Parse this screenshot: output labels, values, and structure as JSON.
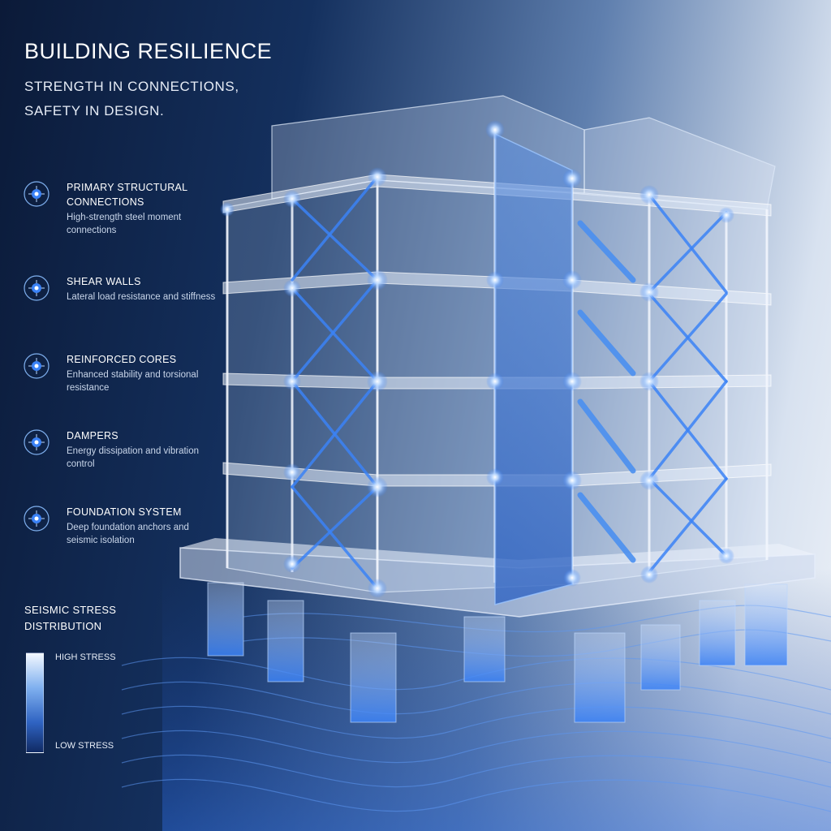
{
  "header": {
    "title": "BUILDING RESILIENCE",
    "subtitle": "STRENGTH IN CONNECTIONS, SAFETY IN DESIGN."
  },
  "features": [
    {
      "icon": "connection-node-icon",
      "title": "PRIMARY STRUCTURAL CONNECTIONS",
      "desc": "High-strength steel moment connections"
    },
    {
      "icon": "connection-node-icon",
      "title": "SHEAR WALLS",
      "desc": "Lateral load resistance and stiffness"
    },
    {
      "icon": "connection-node-icon",
      "title": "REINFORCED CORES",
      "desc": "Enhanced stability and torsional resistance"
    },
    {
      "icon": "connection-node-icon",
      "title": "DAMPERS",
      "desc": "Energy dissipation and vibration control"
    },
    {
      "icon": "connection-node-icon",
      "title": "FOUNDATION SYSTEM",
      "desc": "Deep foundation anchors and seismic isolation"
    }
  ],
  "legend": {
    "title": "SEISMIC STRESS DISTRIBUTION",
    "high_label": "HIGH STRESS",
    "low_label": "LOW STRESS",
    "high_color": "#f3f8ff",
    "low_color": "#102a63"
  },
  "colors": {
    "accent": "#3b82f6",
    "glow": "#9cc6ff",
    "background_dark": "#0b1a38",
    "background_light": "#eef2f8"
  }
}
